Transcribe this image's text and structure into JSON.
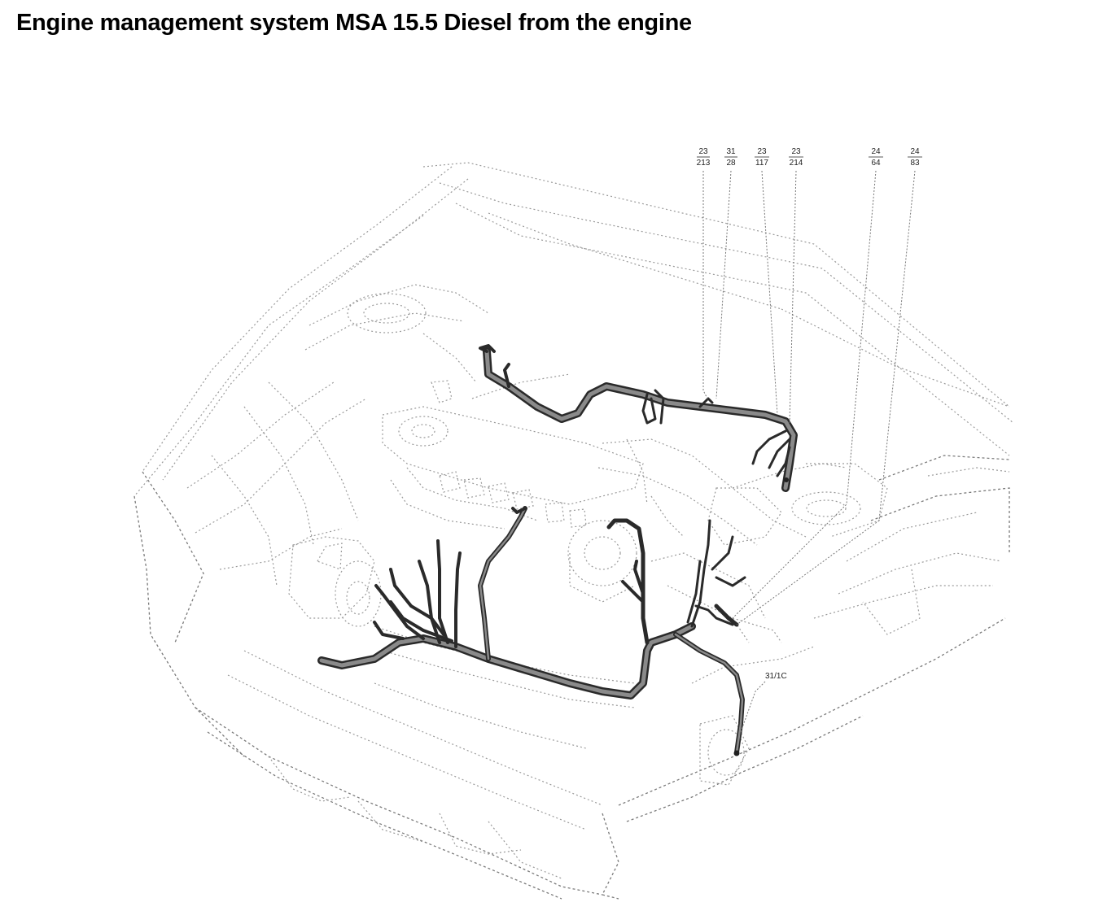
{
  "title": "Engine management system MSA 15.5 Diesel from the engine",
  "references": [
    {
      "top": "23",
      "bottom": "213"
    },
    {
      "top": "31",
      "bottom": "28"
    },
    {
      "top": "23",
      "bottom": "117"
    },
    {
      "top": "23",
      "bottom": "214"
    },
    {
      "top": "24",
      "bottom": "64"
    },
    {
      "top": "24",
      "bottom": "83"
    }
  ],
  "ground_label": "31/1C"
}
